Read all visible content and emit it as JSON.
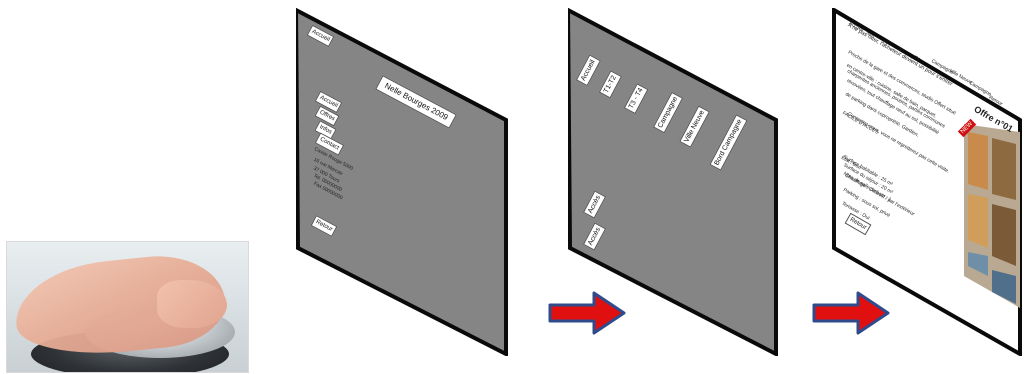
{
  "panel1": {
    "corner_button": "Accueil",
    "title_box": "Nelle Bourges 2009",
    "menu_buttons": [
      "Accueil",
      "Offres",
      "Infos",
      "Contact"
    ],
    "info_lines": [
      "Caviar Rouge 5000",
      "16 rue Mercier",
      "37 000 Tours",
      "Tel. 00000000",
      "Fax 00000000"
    ],
    "bottom_button": "Retour"
  },
  "panel2": {
    "tabs": [
      "Accueil",
      "T1-T2",
      "T3 - T4",
      "Campagne",
      "Ville Neuve",
      "Bord Campagne"
    ],
    "side_buttons": [
      "Accès",
      "Accès"
    ]
  },
  "panel3": {
    "tab_strip": [
      "Accueil",
      "Mer",
      "T1",
      "T3",
      "T4",
      "Campagne",
      "Ville Neuve",
      "Campagne",
      "Retour"
    ],
    "headline": "A ne pas rater, l'acheteur devient un pour s'entrer",
    "paragraph": [
      "Proche de la gare et des commerces, studio Offert situé",
      "en centre-ville : cuisine, salle de bain, parquet,",
      "charpentes anciennes, poutres, parties communes",
      "rénovées, tout chauffage neuf au sol, possibilité",
      "de parking dans copropriété. Gardien.",
      "FACILE D'ACCÈS"
    ],
    "contact_line": "Contactez-nous, vous ne regretterez pas cette visite.",
    "details": [
      "État : Bon",
      "Surface habitable : 25 m²",
      "Surface du séjour : 20 m²",
      "Nbre de salle de bain : 1",
      "Chauffage : Collectif / par l'extérieur",
      "Parking : sous sol, privé",
      "Terrasse : Oui"
    ],
    "offer_title": "Offre n°01",
    "back_button": "Retour",
    "new_badge": "NEW"
  },
  "colors": {
    "screen_gray": "#858585",
    "arrow_red": "#e01010",
    "arrow_outline": "#2f4b8c"
  }
}
